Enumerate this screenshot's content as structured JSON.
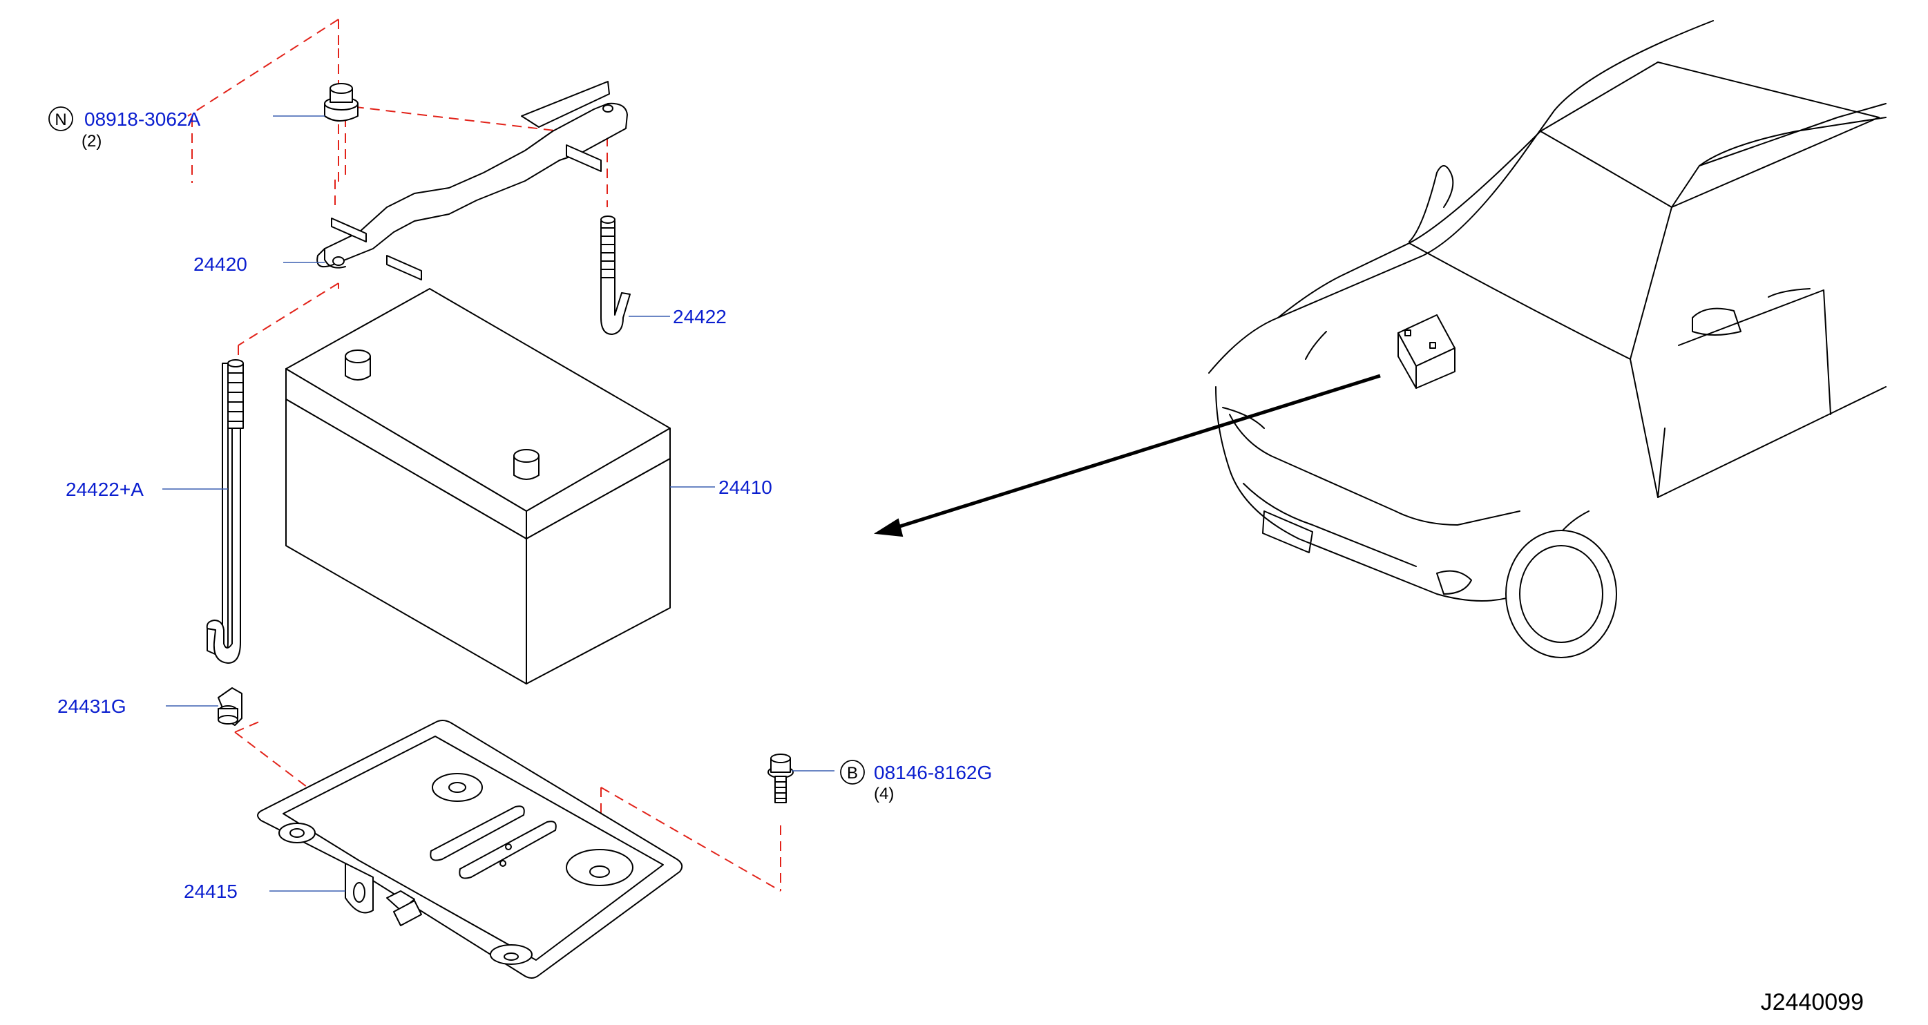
{
  "diagram": {
    "code": "J2440099",
    "parts": [
      {
        "id": "nut",
        "number": "08918-3062A",
        "prefix": "N",
        "qty": "(2)"
      },
      {
        "id": "frame",
        "number": "24420"
      },
      {
        "id": "rod_short",
        "number": "24422"
      },
      {
        "id": "rod_long",
        "number": "24422+A"
      },
      {
        "id": "battery",
        "number": "24410"
      },
      {
        "id": "clip",
        "number": "24431G"
      },
      {
        "id": "bolt",
        "number": "08146-8162G",
        "prefix": "B",
        "qty": "(4)"
      },
      {
        "id": "tray",
        "number": "24415"
      }
    ],
    "colors": {
      "label": "#0a1ecf",
      "phantom_line": "#e2231a",
      "leader": "#3a5fb0",
      "linework": "#000000"
    }
  }
}
